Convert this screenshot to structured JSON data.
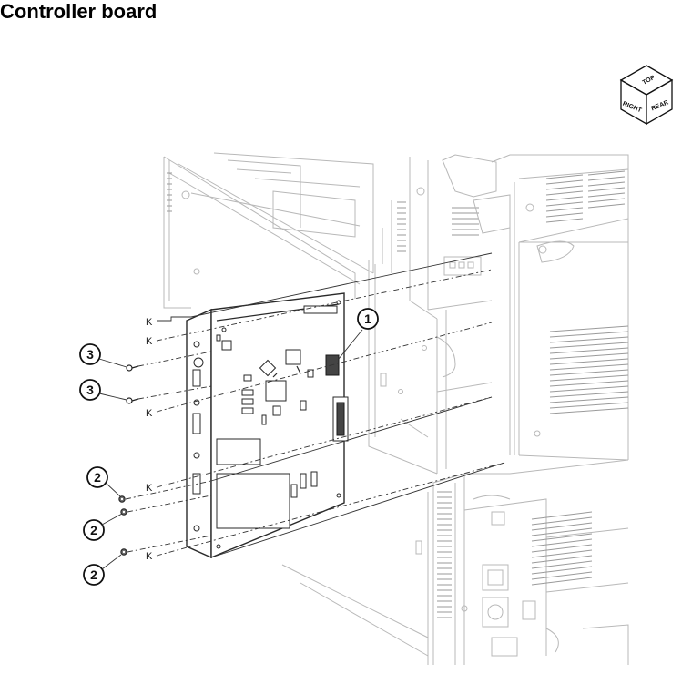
{
  "title": "Controller board",
  "orientation_cube": {
    "top": "TOP",
    "right": "RIGHT",
    "rear": "REAR"
  },
  "callouts": [
    {
      "label": "1"
    },
    {
      "label": "2"
    },
    {
      "label": "2"
    },
    {
      "label": "2"
    },
    {
      "label": "3"
    },
    {
      "label": "3"
    }
  ],
  "reference_letter": "K"
}
